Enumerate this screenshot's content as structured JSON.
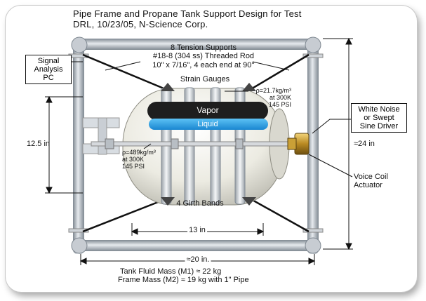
{
  "title": {
    "line1": "Pipe Frame and Propane Tank Support Design for Test",
    "line2": "DRL, 10/23/05, N-Science Corp."
  },
  "tension_supports": {
    "line1": "8 Tension Supports",
    "line2": "#18-8 (304 ss) Threaded Rod",
    "line3": "10\" x 7/16\", 4 each end at 90°"
  },
  "strain_gauges": "Strain Gauges",
  "signal_box": {
    "line1": "Signal",
    "line2": "Analysis",
    "line3": "PC"
  },
  "driver_box": {
    "line1": "White Noise",
    "line2": "or Swept",
    "line3": "Sine Driver"
  },
  "vapor_label": "Vapor",
  "liquid_label": "Liquid",
  "vapor_props": {
    "line1": "ρ=21.7kg/m³",
    "line2": "at 300K",
    "line3": "145 PSI"
  },
  "liquid_props": {
    "line1": "ρ=489kg/m³",
    "line2": "at 300K",
    "line3": "145 PSI"
  },
  "dims": {
    "height_left": "12.5 in",
    "height_right": "≈24 in",
    "inner_width": "13 in",
    "outer_width": "≈20 in."
  },
  "voice_coil": {
    "line1": "Voice Coil",
    "line2": "Actuator"
  },
  "girth_bands": "4 Girth Bands",
  "masses": {
    "tank": "Tank Fluid Mass (M1) ≈ 22 kg",
    "frame": "Frame Mass (M2) ≈ 19 kg with 1\" Pipe"
  },
  "colors": {
    "pipe": "#a8b0b8",
    "vapor": "#1e1e1e",
    "liquid": "#2aa0e6",
    "tank": "#efeee6",
    "actuator": "#c9a23a"
  }
}
